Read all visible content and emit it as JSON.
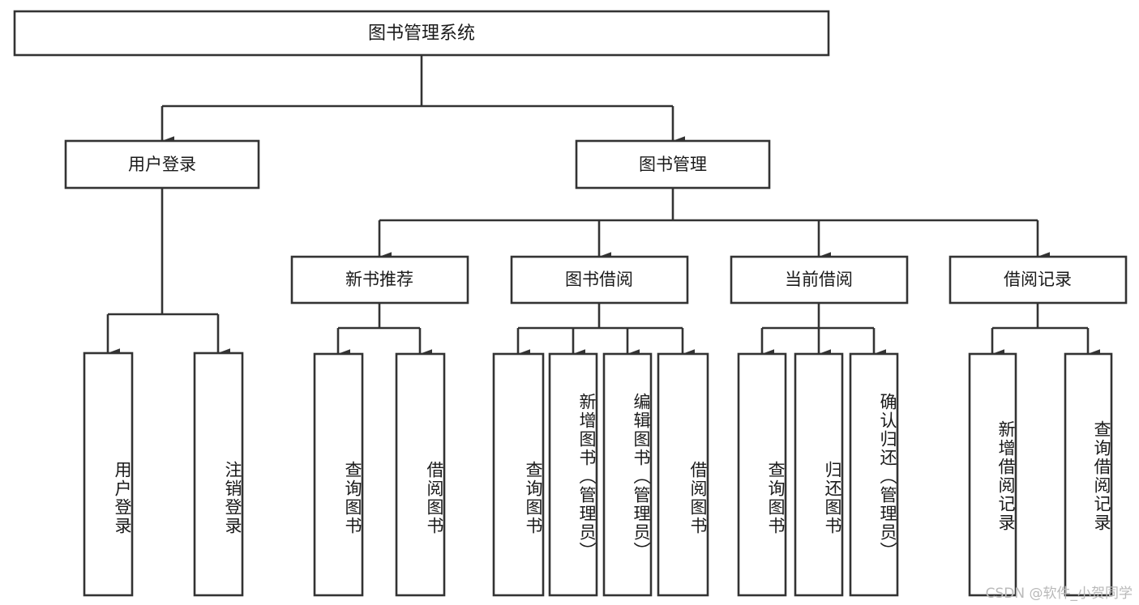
{
  "diagram": {
    "title": "图书管理系统",
    "type": "tree",
    "root": {
      "id": "root",
      "label": "图书管理系统"
    },
    "level2": [
      {
        "id": "user-login",
        "label": "用户登录"
      },
      {
        "id": "book-manage",
        "label": "图书管理"
      }
    ],
    "level3": [
      {
        "id": "new-book-rec",
        "label": "新书推荐",
        "parent": "book-manage"
      },
      {
        "id": "book-borrow",
        "label": "图书借阅",
        "parent": "book-manage"
      },
      {
        "id": "current-borrow",
        "label": "当前借阅",
        "parent": "book-manage"
      },
      {
        "id": "borrow-record",
        "label": "借阅记录",
        "parent": "book-manage"
      }
    ],
    "leaves": [
      {
        "id": "leaf-user-login",
        "label": "用户登录",
        "parent": "user-login"
      },
      {
        "id": "leaf-logout-login",
        "label": "注销登录",
        "parent": "user-login"
      },
      {
        "id": "leaf-query-book-1",
        "label": "查询图书",
        "parent": "new-book-rec"
      },
      {
        "id": "leaf-borrow-book-1",
        "label": "借阅图书",
        "parent": "new-book-rec"
      },
      {
        "id": "leaf-query-book-2",
        "label": "查询图书",
        "parent": "book-borrow"
      },
      {
        "id": "leaf-add-book",
        "label": "新增图书（管理员）",
        "parent": "book-borrow"
      },
      {
        "id": "leaf-edit-book",
        "label": "编辑图书（管理员）",
        "parent": "book-borrow"
      },
      {
        "id": "leaf-borrow-book-2",
        "label": "借阅图书",
        "parent": "book-borrow"
      },
      {
        "id": "leaf-query-book-3",
        "label": "查询图书",
        "parent": "current-borrow"
      },
      {
        "id": "leaf-return-book",
        "label": "归还图书",
        "parent": "current-borrow"
      },
      {
        "id": "leaf-confirm-return",
        "label": "确认归还（管理员）",
        "parent": "current-borrow"
      },
      {
        "id": "leaf-add-record",
        "label": "新增借阅记录",
        "parent": "borrow-record"
      },
      {
        "id": "leaf-query-record",
        "label": "查询借阅记录",
        "parent": "borrow-record"
      }
    ],
    "colors": {
      "stroke": "#333333",
      "box_fill": "#ffffff",
      "text": "#1a1a1a",
      "background": "#ffffff",
      "watermark": "#b9b9b9"
    }
  },
  "watermark": {
    "text": "CSDN @软件_小贺同学"
  }
}
